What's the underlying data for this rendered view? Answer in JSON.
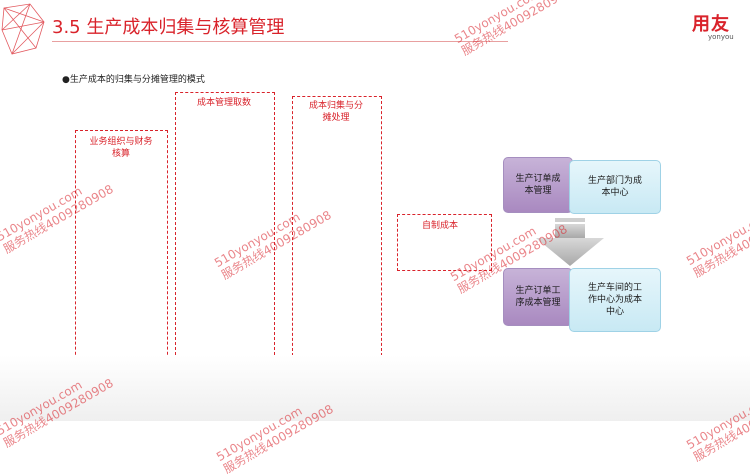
{
  "slide": {
    "title": "3.5 生产成本归集与核算管理",
    "bullet": "●生产成本的归集与分摊管理的模式",
    "logo_text": "用友",
    "logo_subtext": "yonyou"
  },
  "dashed_boxes": [
    {
      "label": "业务组织与财务\n核算"
    },
    {
      "label": "成本管理取数"
    },
    {
      "label": "成本归集与分\n摊处理"
    },
    {
      "label": "自制成本"
    }
  ],
  "flow": {
    "order_cost": "生产订单成\n本管理",
    "dept_center": "生产部门为成\n本中心",
    "order_process_cost": "生产订单工\n序成本管理",
    "workshop_center": "生产车间的工\n作中心为成本\n中心"
  },
  "watermarks": {
    "site": "510yonyou.com",
    "hotline": "服务热线4009280908"
  },
  "colors": {
    "accent": "#d9232b",
    "purple_box": "#b29bc9",
    "blue_box": "#d6eef7",
    "arrow": "#bdbdbd"
  }
}
